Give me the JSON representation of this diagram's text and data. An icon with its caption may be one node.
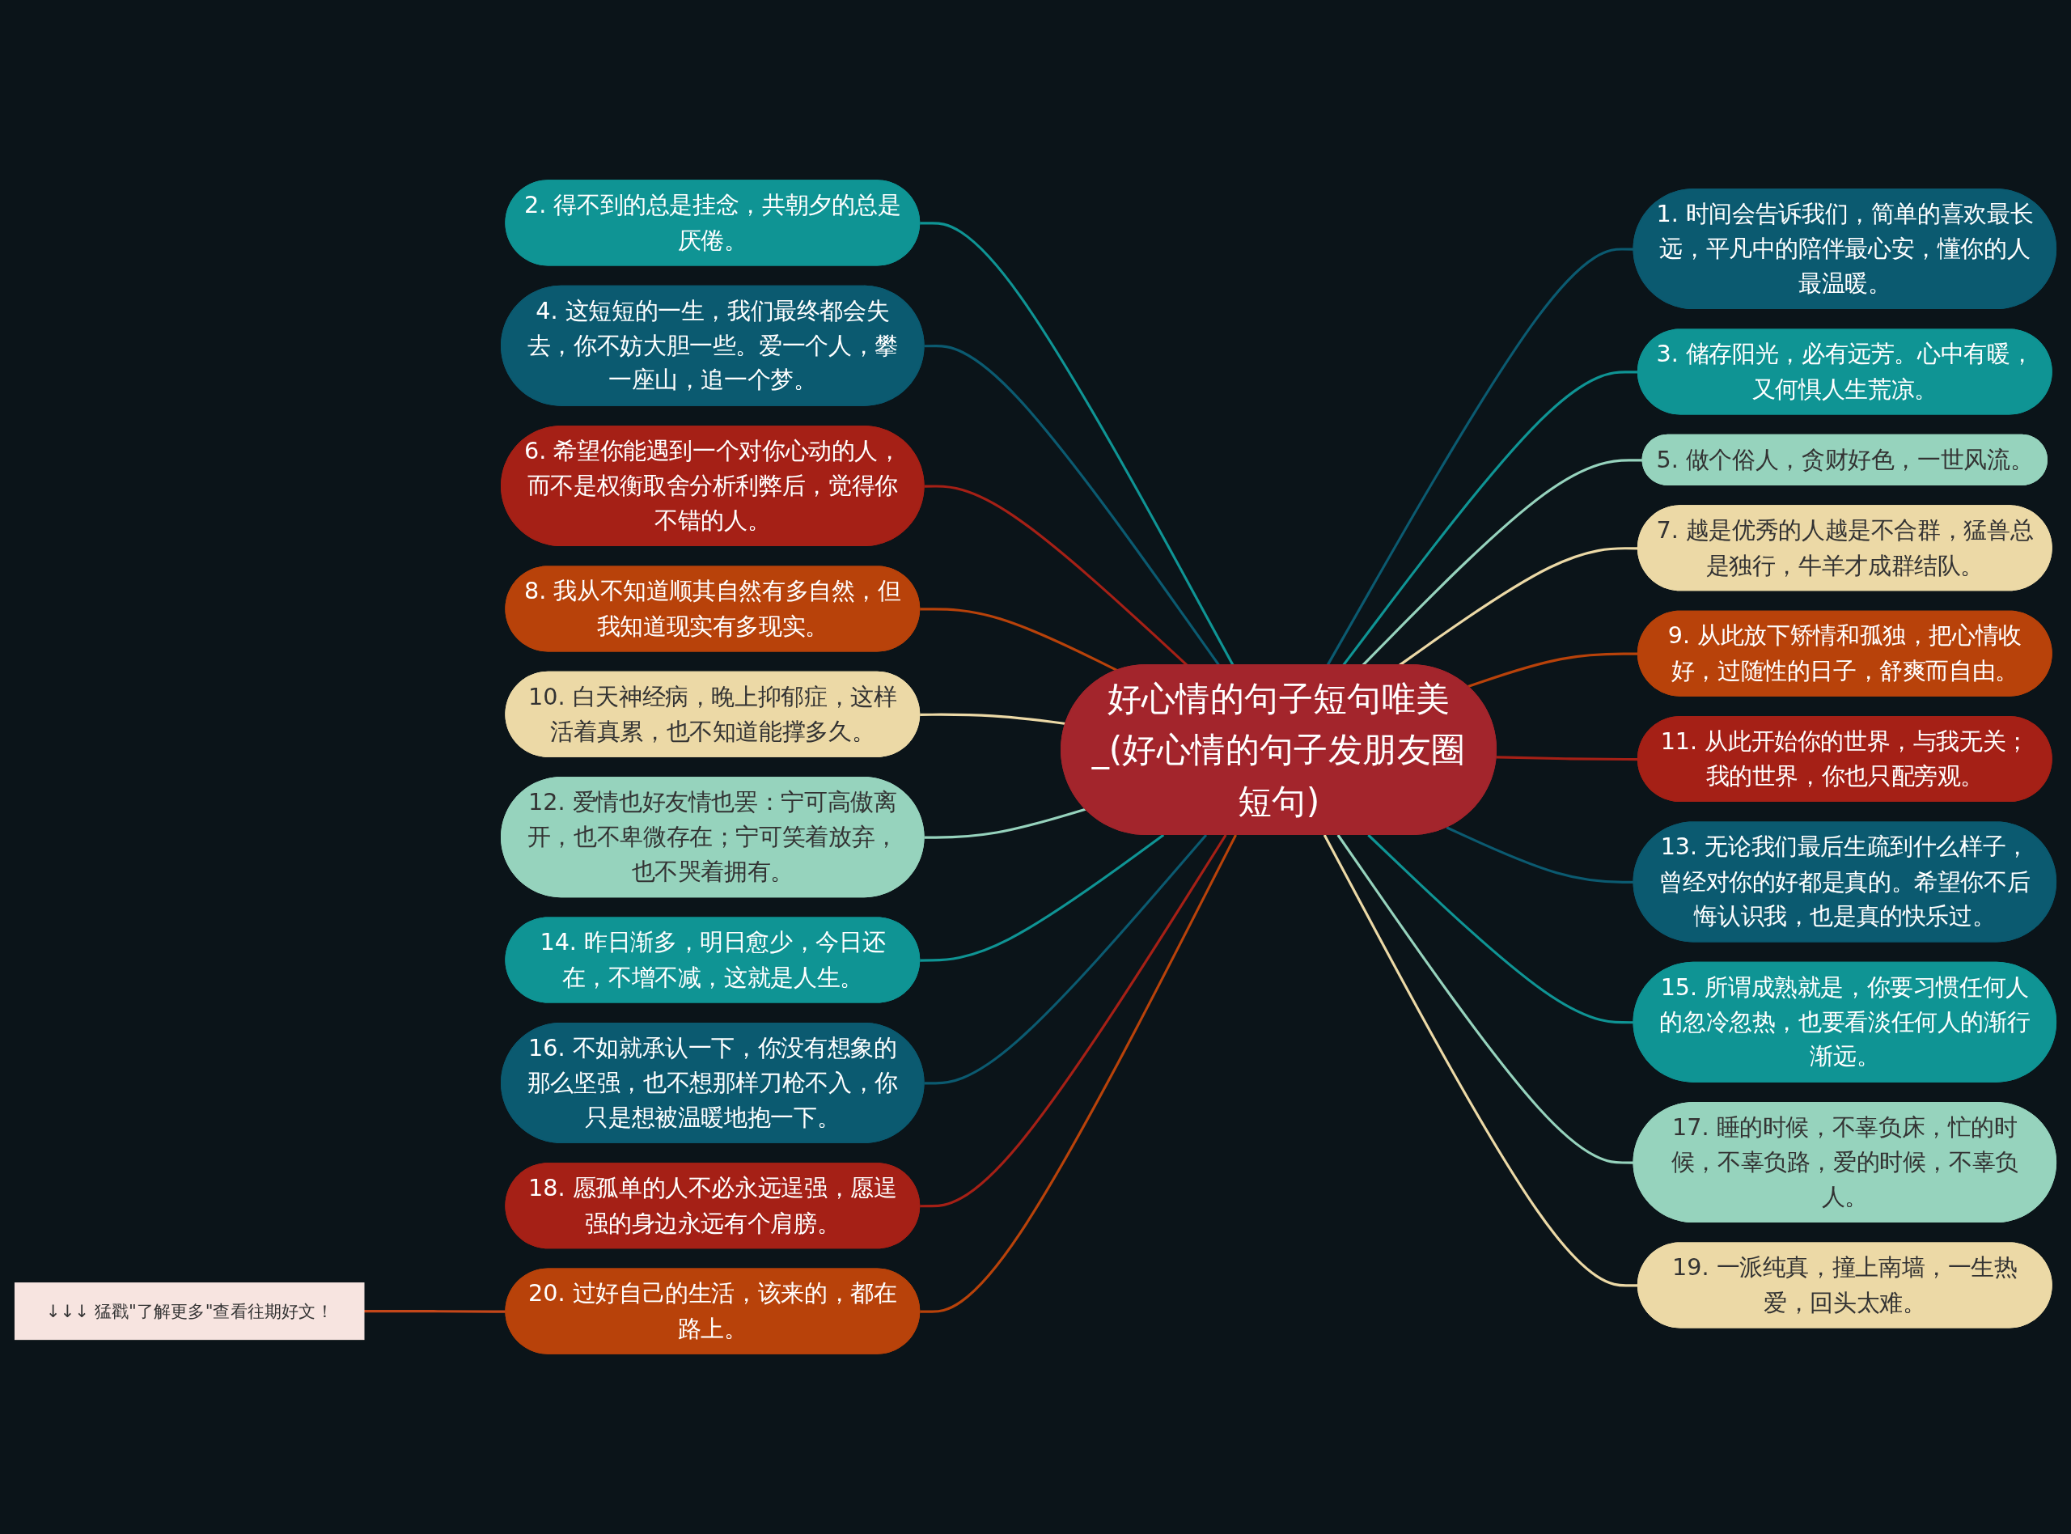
{
  "diagram": {
    "nodes": [
      {
        "text": [
          "好心情的句子短句唯美_(好心情的句子发朋友圈短句)"
        ]
      },
      {
        "text": [
          "1. 时间会告诉我们，简单的喜欢最长远，平凡中的陪伴最心安，懂你的人最温暖。"
        ]
      },
      {
        "text": [
          "2. 得不到的总是挂念，共朝夕的总是厌倦。"
        ]
      },
      {
        "text": [
          "3. 储存阳光，必有远芳。心中有暖，又何惧人生荒凉。"
        ]
      },
      {
        "text": [
          "4. 这短短的一生，我们最终都会失去，你不妨大胆一些。爱一个人，攀一座山，追一个梦。"
        ]
      },
      {
        "text": [
          "5. 做个俗人，贪财好色，一世风流。"
        ]
      },
      {
        "text": [
          "6. 希望你能遇到一个对你心动的人，而不是权衡取舍分析利弊后，觉得你不错的人。"
        ]
      },
      {
        "text": [
          "7. 越是优秀的人越是不合群，猛兽总是独行，牛羊才成群结队。"
        ]
      },
      {
        "text": [
          "8. 我从不知道顺其自然有多自然，但我知道现实有多现实。"
        ]
      },
      {
        "text": [
          "9. 从此放下矫情和孤独，把心情收好，过随性的日子，舒爽而自由。"
        ]
      },
      {
        "text": [
          "10. 白天神经病，晚上抑郁症，这样活着真累，也不知道能撑多久。"
        ]
      },
      {
        "text": [
          "11. 从此开始你的世界，与我无关；我的世界，你也只配旁观。"
        ]
      },
      {
        "text": [
          "12. 爱情也好友情也罢：宁可高傲离开，也不卑微存在；宁可笑着放弃，也不哭着拥有。"
        ]
      },
      {
        "text": [
          "13. 无论我们最后生疏到什么样子，曾经对你的好都是真的。希望你不后悔认识我，也是真的快乐过。"
        ]
      },
      {
        "text": [
          "14. 昨日渐多，明日愈少，今日还在，不增不减，这就是人生。"
        ]
      },
      {
        "text": [
          "15. 所谓成熟就是，你要习惯任何人的忽冷忽热，也要看淡任何人的渐行渐远。"
        ]
      },
      {
        "text": [
          "16. 不如就承认一下，你没有想象的那么坚强，也不想那样刀枪不入，你只是想被温暖地抱一下。"
        ]
      },
      {
        "text": [
          "17. 睡的时候，不辜负床，忙的时候，不辜负路，爱的时候，不辜负人。"
        ]
      },
      {
        "text": [
          "18. 愿孤单的人不必永远逞强，愿逞强的身边永远有个肩膀。"
        ]
      },
      {
        "text": [
          "19. 一派纯真，撞上南墙，一生热爱，回头太难。"
        ]
      },
      {
        "text": [
          "20. 过好自己的生活，该来的，都在路上。"
        ]
      },
      {
        "text": [
          "↓↓↓ 猛戳\"了解更多\"查看往期好文！"
        ]
      }
    ],
    "edges": [
      {
        "from": 0,
        "to": 1,
        "arrow": "none",
        "color": "#0b5a70"
      },
      {
        "from": 0,
        "to": 2,
        "arrow": "none",
        "color": "#0f9494"
      },
      {
        "from": 0,
        "to": 3,
        "arrow": "none",
        "color": "#0f9494"
      },
      {
        "from": 0,
        "to": 4,
        "arrow": "none",
        "color": "#0b5a70"
      },
      {
        "from": 0,
        "to": 5,
        "arrow": "none",
        "color": "#96d3bd"
      },
      {
        "from": 0,
        "to": 6,
        "arrow": "none",
        "color": "#a52016"
      },
      {
        "from": 0,
        "to": 7,
        "arrow": "none",
        "color": "#ecd9a6"
      },
      {
        "from": 0,
        "to": 8,
        "arrow": "none",
        "color": "#b8420a"
      },
      {
        "from": 0,
        "to": 9,
        "arrow": "none",
        "color": "#b8420a"
      },
      {
        "from": 0,
        "to": 10,
        "arrow": "none",
        "color": "#ecd9a6"
      },
      {
        "from": 0,
        "to": 11,
        "arrow": "none",
        "color": "#a52016"
      },
      {
        "from": 0,
        "to": 12,
        "arrow": "none",
        "color": "#96d3bd"
      },
      {
        "from": 0,
        "to": 13,
        "arrow": "none",
        "color": "#0b5a70"
      },
      {
        "from": 0,
        "to": 14,
        "arrow": "none",
        "color": "#0f9494"
      },
      {
        "from": 0,
        "to": 15,
        "arrow": "none",
        "color": "#0f9494"
      },
      {
        "from": 0,
        "to": 16,
        "arrow": "none",
        "color": "#0b5a70"
      },
      {
        "from": 0,
        "to": 17,
        "arrow": "none",
        "color": "#96d3bd"
      },
      {
        "from": 0,
        "to": 18,
        "arrow": "none",
        "color": "#a52016"
      },
      {
        "from": 0,
        "to": 19,
        "arrow": "none",
        "color": "#ecd9a6"
      },
      {
        "from": 0,
        "to": 20,
        "arrow": "none",
        "color": "#b8420a"
      },
      {
        "from": 21,
        "to": 20,
        "arrow": "none",
        "color": "#c4471a"
      }
    ]
  }
}
